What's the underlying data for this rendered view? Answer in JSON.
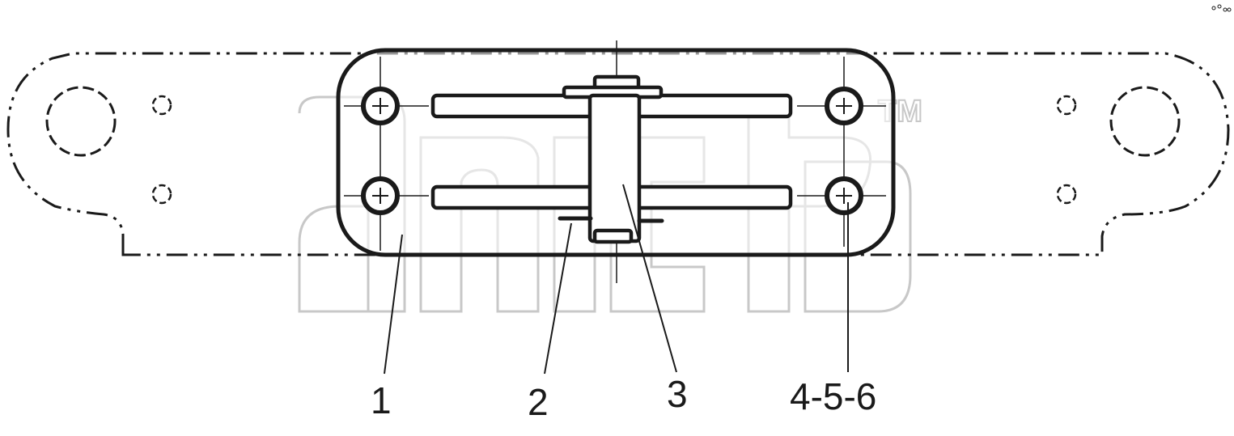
{
  "callouts": {
    "item_1": "1",
    "item_2": "2",
    "item_3": "3",
    "item_4_5_6": "4-5-6"
  },
  "watermark": {
    "trademark": "TM"
  },
  "colors": {
    "line": "#1a1a1a",
    "watermark": "#c8c8c8",
    "background": "#ffffff"
  }
}
